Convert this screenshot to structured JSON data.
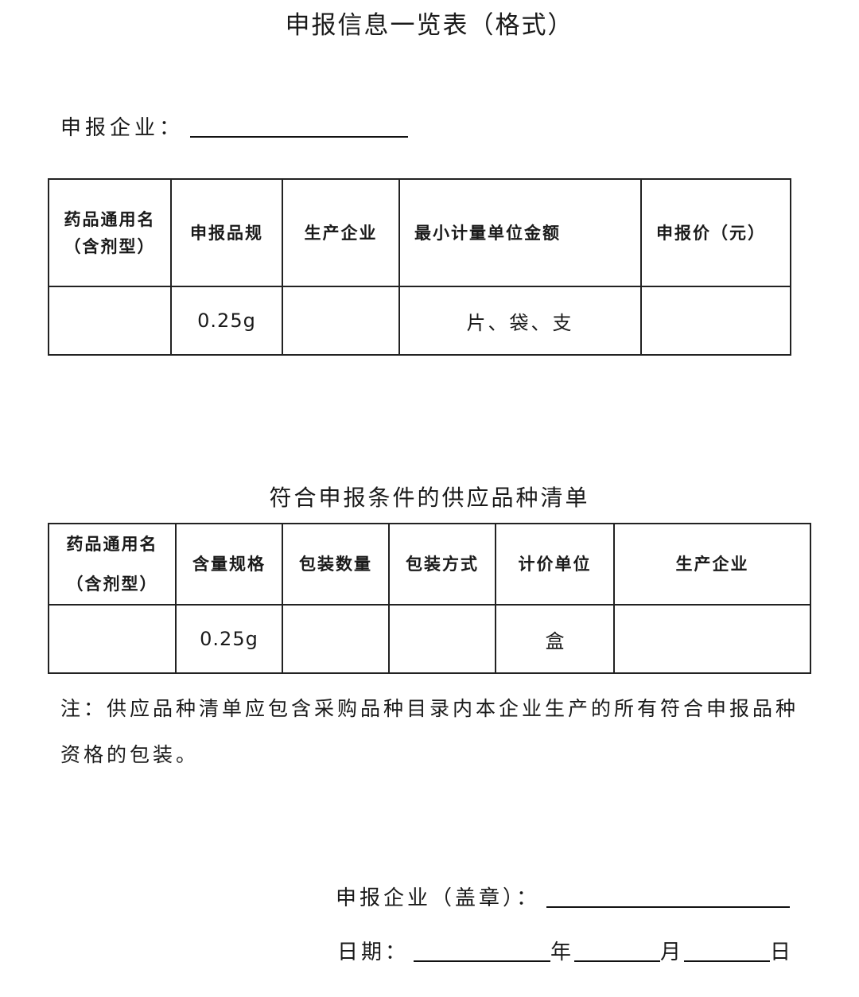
{
  "title": "申报信息一览表（格式）",
  "company_label": "申报企业：",
  "table1": {
    "headers": [
      "药品通用名（含剂型）",
      "申报品规",
      "生产企业",
      "最小计量单位金额",
      "申报价（元）"
    ],
    "header0_line1": "药品通用名",
    "header0_line2": "（含剂型）",
    "row": [
      "",
      "0.25g",
      "",
      "片、袋、支",
      ""
    ]
  },
  "subtitle": "符合申报条件的供应品种清单",
  "table2": {
    "headers": [
      "药品通用名（含剂型）",
      "含量规格",
      "包装数量",
      "包装方式",
      "计价单位",
      "生产企业"
    ],
    "header0_line1": "药品通用名",
    "header0_line2": "（含剂型）",
    "row": [
      "",
      "0.25g",
      "",
      "",
      "盒",
      ""
    ]
  },
  "note": "注：供应品种清单应包含采购品种目录内本企业生产的所有符合申报品种资格的包装。",
  "sign_label": "申报企业（盖章）：",
  "date": {
    "label": "日期：",
    "year": "年",
    "month": "月",
    "day": "日"
  }
}
